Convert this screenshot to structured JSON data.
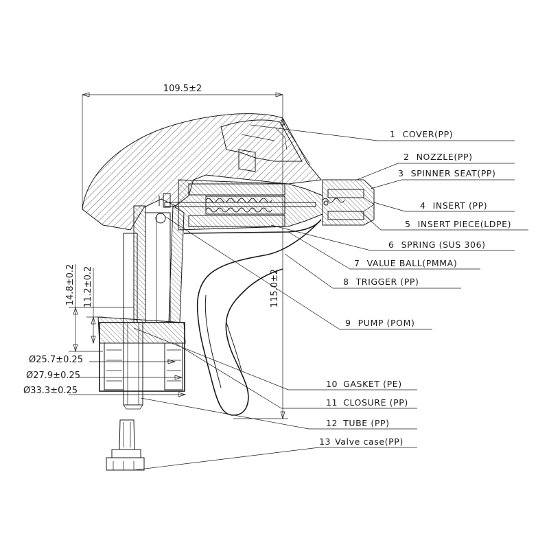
{
  "dimensions": {
    "width": "109.5±2",
    "height": "115.0±2",
    "dim_14_8": "14.8±0.2",
    "dim_11_2": "11.2±0.2",
    "dia_25_7": "Ø25.7±0.25",
    "dia_27_9": "Ø27.9±0.25",
    "dia_33_3": "Ø33.3±0.25"
  },
  "parts": [
    {
      "no": "1",
      "name": "COVER(PP)"
    },
    {
      "no": "2",
      "name": "NOZZLE(PP)"
    },
    {
      "no": "3",
      "name": "SPINNER SEAT(PP)"
    },
    {
      "no": "4",
      "name": "INSERT (PP)"
    },
    {
      "no": "5",
      "name": "INSERT PIECE(LDPE)"
    },
    {
      "no": "6",
      "name": "SPRING (SUS 306)"
    },
    {
      "no": "7",
      "name": "VALUE BALL(PMMA)"
    },
    {
      "no": "8",
      "name": "TRIGGER (PP)"
    },
    {
      "no": "9",
      "name": "PUMP (POM)"
    },
    {
      "no": "10",
      "name": "GASKET (PE)"
    },
    {
      "no": "11",
      "name": "CLOSURE (PP)"
    },
    {
      "no": "12",
      "name": "TUBE (PP)"
    },
    {
      "no": "13",
      "name": "Valve case(PP)"
    }
  ]
}
